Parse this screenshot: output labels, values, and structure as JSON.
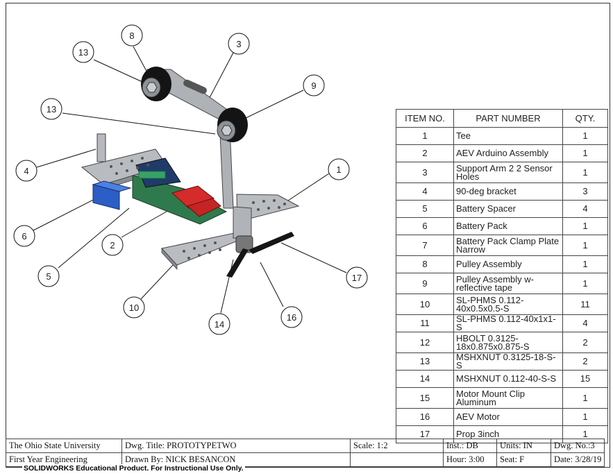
{
  "balloons": [
    {
      "num": "8",
      "label": "balloon-8"
    },
    {
      "num": "3",
      "label": "balloon-3"
    },
    {
      "num": "13",
      "label": "balloon-13-top"
    },
    {
      "num": "9",
      "label": "balloon-9"
    },
    {
      "num": "13",
      "label": "balloon-13-mid"
    },
    {
      "num": "1",
      "label": "balloon-1"
    },
    {
      "num": "4",
      "label": "balloon-4"
    },
    {
      "num": "6",
      "label": "balloon-6"
    },
    {
      "num": "2",
      "label": "balloon-2"
    },
    {
      "num": "5",
      "label": "balloon-5"
    },
    {
      "num": "10",
      "label": "balloon-10"
    },
    {
      "num": "14",
      "label": "balloon-14"
    },
    {
      "num": "16",
      "label": "balloon-16"
    },
    {
      "num": "17",
      "label": "balloon-17"
    }
  ],
  "bom": {
    "headers": {
      "item": "ITEM NO.",
      "part": "PART NUMBER",
      "qty": "QTY."
    },
    "rows": [
      {
        "item": "1",
        "part": "Tee",
        "qty": "1"
      },
      {
        "item": "2",
        "part": "AEV Arduino Assembly",
        "qty": "1"
      },
      {
        "item": "3",
        "part": "Support Arm 2 2 Sensor Holes",
        "qty": "1"
      },
      {
        "item": "4",
        "part": "90-deg bracket",
        "qty": "3"
      },
      {
        "item": "5",
        "part": "Battery Spacer",
        "qty": "4"
      },
      {
        "item": "6",
        "part": "Battery Pack",
        "qty": "1"
      },
      {
        "item": "7",
        "part": "Battery Pack Clamp Plate Narrow",
        "qty": "1"
      },
      {
        "item": "8",
        "part": "Pulley Assembly",
        "qty": "1"
      },
      {
        "item": "9",
        "part": "Pulley Assembly w-reflective tape",
        "qty": "1"
      },
      {
        "item": "10",
        "part": "SL-PHMS 0.112-40x0.5x0.5-S",
        "qty": "11"
      },
      {
        "item": "11",
        "part": "SL-PHMS 0.112-40x1x1-S",
        "qty": "4"
      },
      {
        "item": "12",
        "part": "HBOLT 0.3125-18x0.875x0.875-S",
        "qty": "2"
      },
      {
        "item": "13",
        "part": "MSHXNUT 0.3125-18-S-S",
        "qty": "2"
      },
      {
        "item": "14",
        "part": "MSHXNUT 0.112-40-S-S",
        "qty": "15"
      },
      {
        "item": "15",
        "part": "Motor Mount Clip Aluminum",
        "qty": "1"
      },
      {
        "item": "16",
        "part": "AEV Motor",
        "qty": "1"
      },
      {
        "item": "17",
        "part": "Prop 3inch",
        "qty": "1"
      }
    ]
  },
  "title_block": {
    "org1": "The Ohio State University",
    "org2": "First Year Engineering",
    "title": "Dwg. Title: PROTOTYPETWO",
    "drawn_by": "Drawn By:  NICK BESANCON",
    "scale": "Scale: 1:2",
    "inst": "Inst.:  DB",
    "hour": "Hour: 3:00",
    "units": "Units: IN",
    "seat": "Seat:  F",
    "dwg_no": "Dwg. No.:3",
    "date": "Date:  3/28/19"
  },
  "notice": "SOLIDWORKS Educational Product. For Instructional Use Only."
}
